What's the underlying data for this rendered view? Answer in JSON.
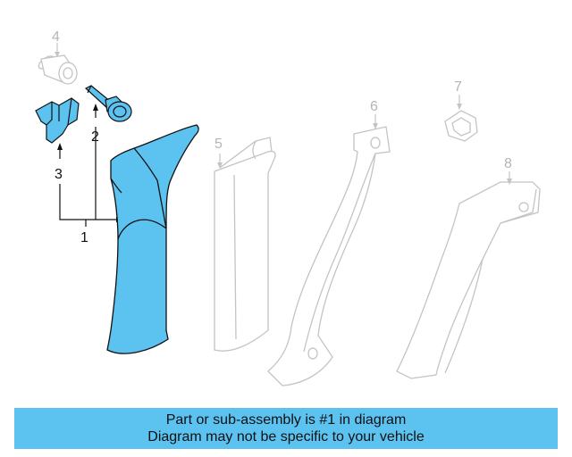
{
  "diagram": {
    "callouts": [
      {
        "id": "1",
        "label": "1",
        "highlighted": true
      },
      {
        "id": "2",
        "label": "2",
        "highlighted": true
      },
      {
        "id": "3",
        "label": "3",
        "highlighted": true
      },
      {
        "id": "4",
        "label": "4",
        "highlighted": false
      },
      {
        "id": "5",
        "label": "5",
        "highlighted": false
      },
      {
        "id": "6",
        "label": "6",
        "highlighted": false
      },
      {
        "id": "7",
        "label": "7",
        "highlighted": false
      },
      {
        "id": "8",
        "label": "8",
        "highlighted": false
      }
    ],
    "colors": {
      "highlight_fill": "#5cc3f1",
      "outline_dark": "#111111",
      "outline_faded": "#c4c4c4",
      "banner_bg": "#5cc3f1"
    }
  },
  "banner": {
    "line1": "Part or sub-assembly is #1 in diagram",
    "line2": "Diagram may not be specific to your vehicle"
  }
}
